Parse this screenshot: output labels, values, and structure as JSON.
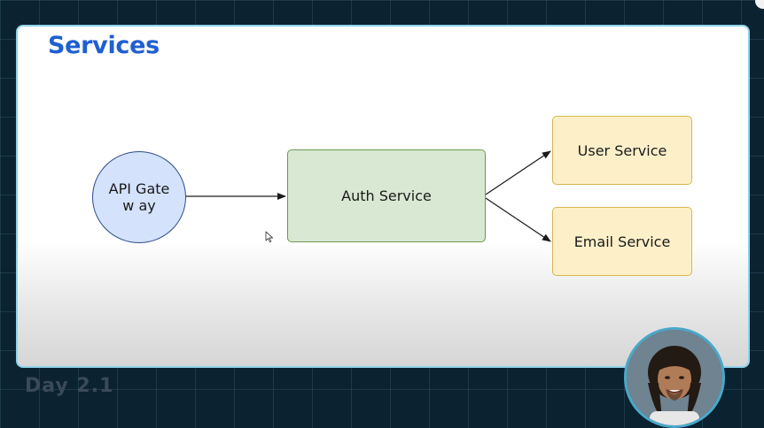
{
  "slide": {
    "title": "Services"
  },
  "diagram": {
    "nodes": {
      "api_gateway": "API Gatew ay",
      "auth_service": "Auth Service",
      "user_service": "User Service",
      "email_service": "Email Service"
    },
    "edges": [
      {
        "from": "API Gatew ay",
        "to": "Auth Service"
      },
      {
        "from": "Auth Service",
        "to": "User Service"
      },
      {
        "from": "Auth Service",
        "to": "Email Service"
      }
    ]
  },
  "footer": {
    "partial_text": "Day 2.1"
  },
  "colors": {
    "title": "#1f5fd1",
    "gateway_fill": "#d4e2fb",
    "auth_fill": "#d9e8d2",
    "service_fill": "#fdf0c9"
  },
  "icons": [
    "mouse-cursor-icon",
    "presenter-avatar"
  ]
}
